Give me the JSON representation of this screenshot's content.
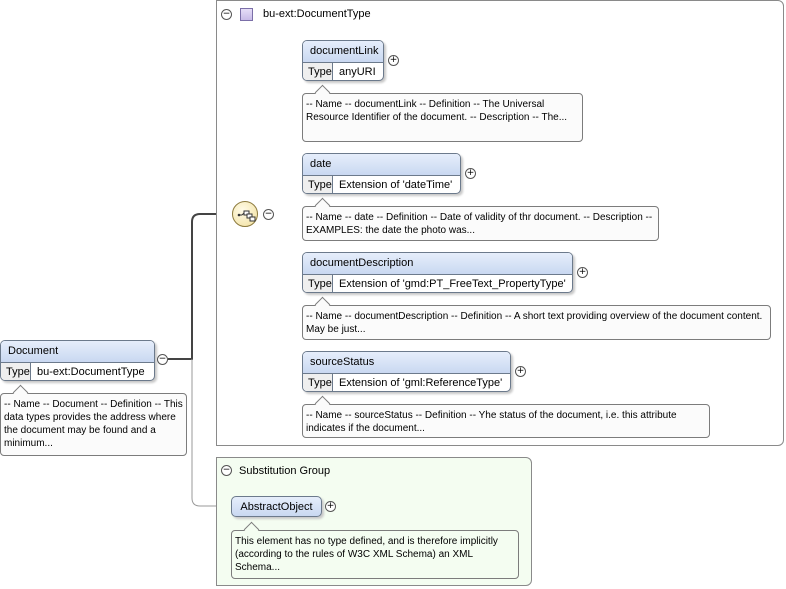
{
  "complex_type": {
    "title": "bu-ext:DocumentType"
  },
  "root_element": {
    "name": "Document",
    "type_key": "Type",
    "type_value": "bu-ext:DocumentType",
    "note": "-- Name -- Document -- Definition -- This data types provides the address where the document may be found and a minimum..."
  },
  "children": [
    {
      "name": "documentLink",
      "type_key": "Type",
      "type_value": "anyURI",
      "note": "-- Name -- documentLink -- Definition -- The Universal Resource Identifier of the document. -- Description -- The..."
    },
    {
      "name": "date",
      "type_key": "Type",
      "type_value": "Extension of 'dateTime'",
      "note": "-- Name -- date -- Definition -- Date of validity of thr document. -- Description -- EXAMPLES: the date the photo was..."
    },
    {
      "name": "documentDescription",
      "type_key": "Type",
      "type_value": "Extension of 'gmd:PT_FreeText_PropertyType'",
      "note": "-- Name -- documentDescription -- Definition -- A short text providing overview of the document content. May be just..."
    },
    {
      "name": "sourceStatus",
      "type_key": "Type",
      "type_value": "Extension of 'gml:ReferenceType'",
      "note": "-- Name -- sourceStatus -- Definition -- Yhe status of the document, i.e. this attribute indicates if the document..."
    }
  ],
  "substitution_group": {
    "title": "Substitution Group",
    "element": "AbstractObject",
    "note": "This element has no type defined, and is therefore implicitly (according to the rules of W3C XML Schema) an XML Schema..."
  },
  "icons": {
    "collapse": "minus-circle-icon",
    "expand": "plus-circle-icon",
    "sequence": "sequence-compositor-icon",
    "complex_type": "complex-type-icon"
  },
  "glyphs": {
    "collapse": "−",
    "expand": "+"
  },
  "colors": {
    "element_header": "#c9d8f1",
    "frame_border": "#8a8a8a",
    "substitution_bg": "#f4fdf1",
    "compositor": "#f1df9c"
  }
}
